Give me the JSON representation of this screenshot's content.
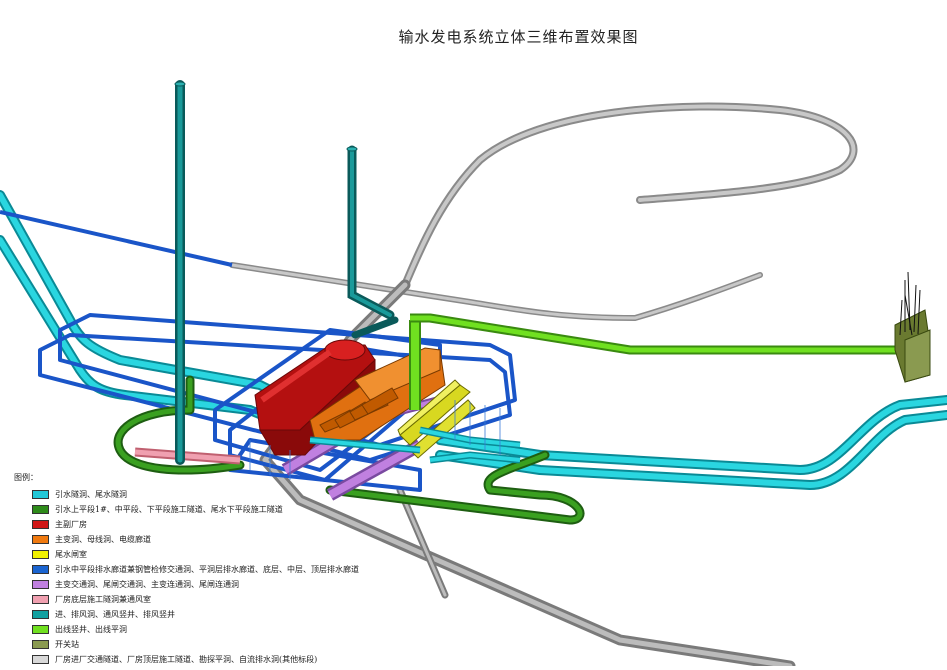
{
  "title": "输水发电系统立体三维布置效果图",
  "legend": {
    "heading": "图例：",
    "items": [
      {
        "label": "引水隧洞、尾水隧洞",
        "color": "#22c8d8"
      },
      {
        "label": "引水上平段1#、中平段、下平段施工隧道、尾水下平段施工隧道",
        "color": "#2e8b1a"
      },
      {
        "label": "主副厂房",
        "color": "#d01818"
      },
      {
        "label": "主变洞、母线洞、电缆廊道",
        "color": "#f07a10"
      },
      {
        "label": "尾水闸室",
        "color": "#f0f000"
      },
      {
        "label": "引水中平段排水廊道兼钢管检修交通洞、平洞层排水廊道、底层、中层、顶层排水廊道",
        "color": "#1a64d0"
      },
      {
        "label": "主变交通洞、尾闸交通洞、主变连通洞、尾闸连通洞",
        "color": "#c080e0"
      },
      {
        "label": "厂房底层施工隧洞兼通风室",
        "color": "#f0a0b0"
      },
      {
        "label": "进、排风洞、通风竖井、排风竖井",
        "color": "#12a0a0"
      },
      {
        "label": "出线竖井、出线平洞",
        "color": "#70e020"
      },
      {
        "label": "开关站",
        "color": "#8a9a50"
      },
      {
        "label": "厂房进厂交通隧道、厂房顶层施工隧道、勘探平洞、自流排水洞(其他标段)",
        "color": "#d8d8d8"
      }
    ]
  }
}
